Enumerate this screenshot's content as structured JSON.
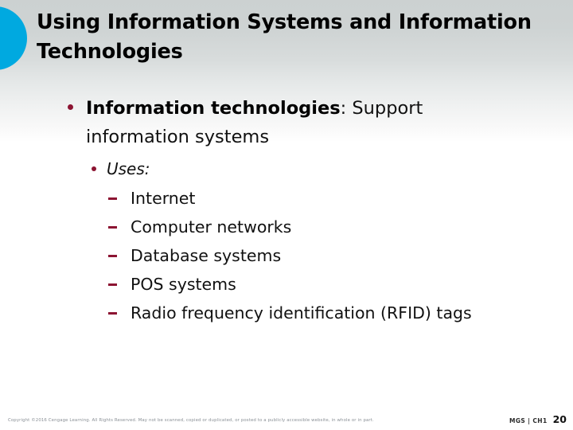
{
  "slide": {
    "title_lines": [
      "Using Information Systems and Information",
      "Technologies"
    ],
    "accent_circle_color": "#00a9e0",
    "header_gradient_top": "#ccd1d1",
    "header_gradient_bottom": "#ffffff",
    "bullet_marker_color": "#8c1432"
  },
  "body": {
    "level1": {
      "bold_text": "Information technologies",
      "rest_text": ": Support information systems"
    },
    "level2": {
      "text": "Uses:"
    },
    "level3_items": [
      {
        "label": "Internet"
      },
      {
        "label": "Computer networks"
      },
      {
        "label": "Database systems"
      },
      {
        "label": "POS systems"
      },
      {
        "label": "Radio frequency identification (RFID) tags"
      }
    ]
  },
  "footer": {
    "copyright": "Copyright ©2016 Cengage Learning. All Rights Reserved. May not be scanned, copied or duplicated, or posted to a publicly accessible website, in whole or in part.",
    "course_code": "MGS | CH1",
    "page_number": "20"
  }
}
